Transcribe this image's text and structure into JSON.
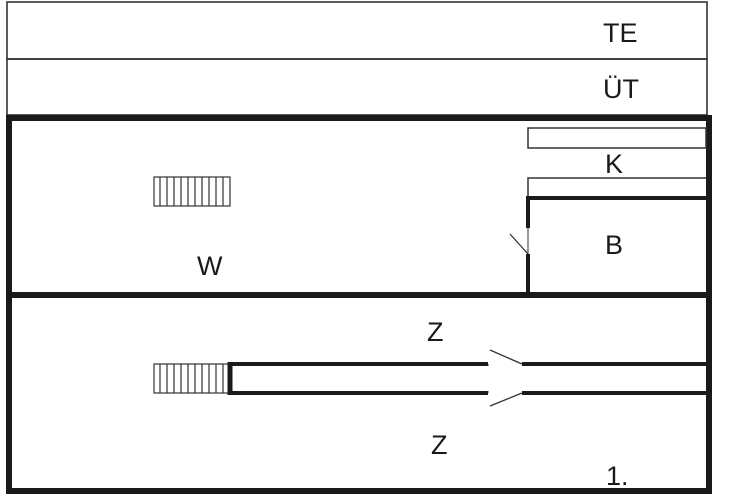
{
  "rooms": {
    "te": "TE",
    "ut": "ÜT",
    "k": "K",
    "b": "B",
    "w": "W",
    "z_upper": "Z",
    "z_lower": "Z"
  },
  "floor_label": "1.",
  "colors": {
    "wall": "#1a1a1a",
    "line": "#333333",
    "background": "#ffffff"
  }
}
